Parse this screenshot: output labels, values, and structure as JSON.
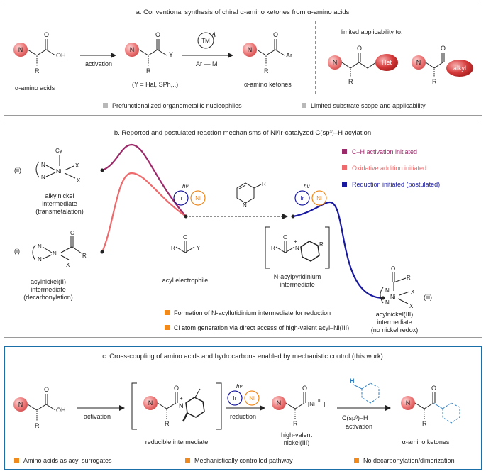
{
  "panel_a": {
    "title": "a. Conventional synthesis of chiral α-amino ketones from α-amino acids",
    "amino_acids": "α-amino acids",
    "activation": "activation",
    "y_def": "(Y = Hal, SPh,..)",
    "tm": "TM",
    "ar_m": "Ar — M",
    "amino_ketones": "α-amino ketones",
    "limited": "limited applicability to:",
    "het": "Het",
    "alkyl": "alkyl",
    "note_left": "Prefunctionalized organometallic nucleophiles",
    "note_right": "Limited substrate scope and applicability"
  },
  "panel_b": {
    "title": "b. Reported and postulated reaction mechanisms of Ni/Ir-catalyzed C(sp³)–H acylation",
    "ii_label": "(ii)",
    "cy": "Cy",
    "alkylnickel": [
      "alkylnickel",
      "intermediate",
      "(transmetalation)"
    ],
    "i_label": "(i)",
    "acylnickel2": [
      "acylnickel(II)",
      "intermediate",
      "(decarbonylation)"
    ],
    "acyl_electrophile": "acyl electrophile",
    "acylpyridinium": [
      "N-acylpyridinium",
      "intermediate"
    ],
    "iii_label": "(iii)",
    "acylnickel3": [
      "acylnickel(III)",
      "intermediate",
      "(no nickel redox)"
    ],
    "legend": [
      {
        "label": "C–H activation initiated",
        "color": "#9c2a6a"
      },
      {
        "label": "Oxidative addition initiated",
        "color": "#ee6a6c"
      },
      {
        "label": "Reduction initiated (postulated)",
        "color": "#1a1aa0"
      }
    ],
    "bullets": [
      "Formation of N-acyllutidinium intermediate for reduction",
      "Cl atom generation via direct access of high-valent acyl–Ni(III)"
    ]
  },
  "panel_c": {
    "title": "c. Cross-coupling of amino acids and hydrocarbons enabled by mechanistic control (this work)",
    "activation": "activation",
    "reducible": "reducible intermediate",
    "reduction": "reduction",
    "ni3": "[Ni",
    "ni3_sup": "III",
    "high_valent": [
      "high-valent",
      "nickel(III)"
    ],
    "csp3": [
      "C(sp³)–H",
      "activation"
    ],
    "amino_ketones": "α-amino ketones",
    "bullets": [
      "Amino acids as acyl surrogates",
      "Mechanistically controlled pathway",
      "No decarbonylation/dimerization"
    ]
  },
  "common": {
    "n": "N",
    "o": "O",
    "oh": "OH",
    "r": "R",
    "y": "Y",
    "x": "X",
    "ni": "Ni",
    "ir": "Ir",
    "ar": "Ar",
    "h": "H",
    "hv": "hν",
    "plus": "+"
  },
  "colors": {
    "amine_ball": "#ee7b7b",
    "gray_bullet": "#b8b8b8",
    "orange_bullet": "#f08a1c",
    "c_h": "#9c2a6a",
    "ox_add": "#ee6a6c",
    "reduction": "#1a1aa0",
    "panel_c_border": "#1a6fa8",
    "ir_circle": "#1a1aa0",
    "ni_circle": "#f08a1c",
    "h_blue": "#2a7bbf"
  }
}
